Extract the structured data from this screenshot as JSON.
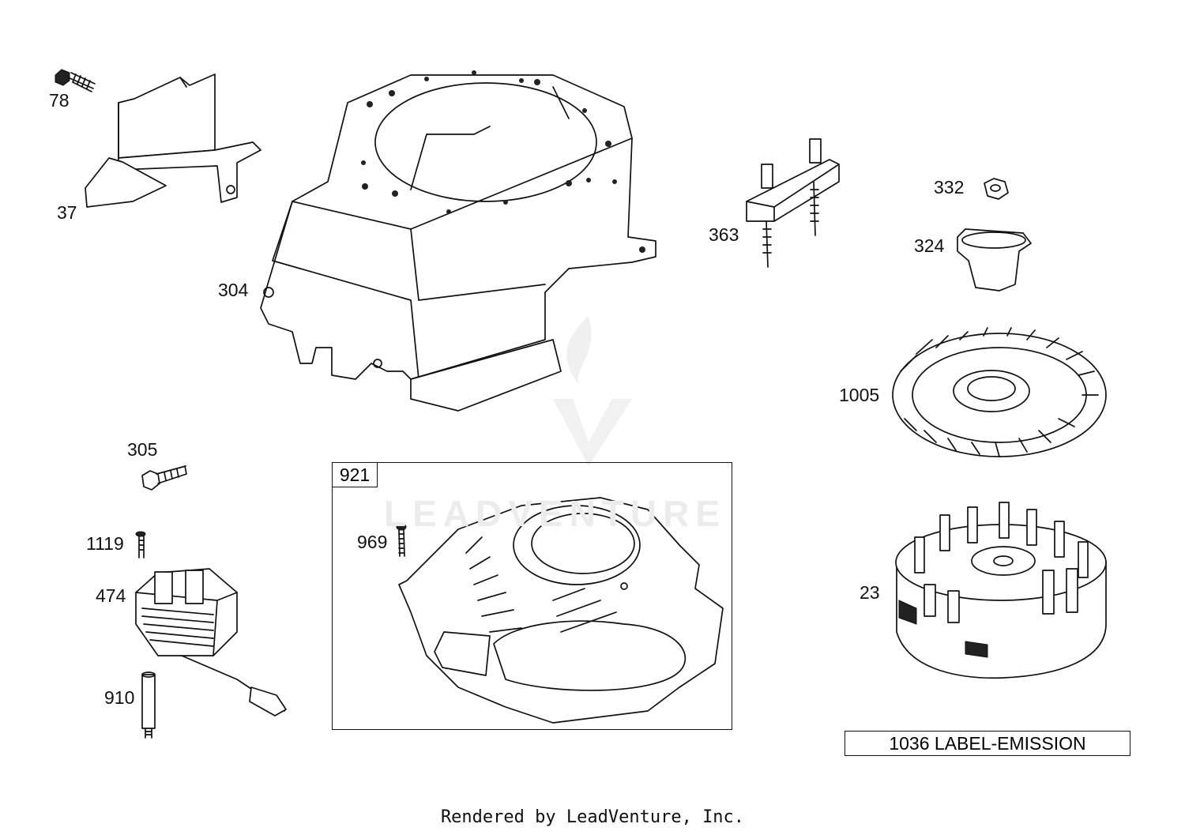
{
  "labels": {
    "p78": "78",
    "p37": "37",
    "p304": "304",
    "p363": "363",
    "p332": "332",
    "p324": "324",
    "p1005": "1005",
    "p305": "305",
    "p1119": "1119",
    "p474": "474",
    "p910": "910",
    "p921": "921",
    "p969": "969",
    "p23": "23"
  },
  "emission_label": "1036 LABEL-EMISSION",
  "watermark": "LEADVENTURE",
  "footer": "Rendered by LeadVenture, Inc."
}
